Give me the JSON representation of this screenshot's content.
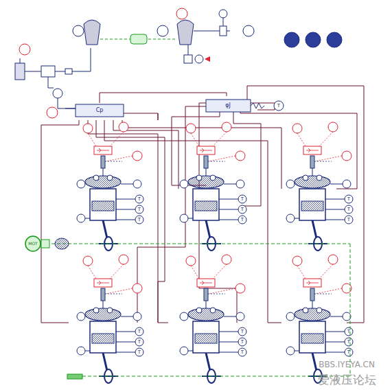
{
  "diagram": {
    "labels": [
      "Cp",
      "φJ",
      "T",
      "T",
      "T",
      "T",
      "T",
      "T",
      "T",
      "T",
      "T",
      "T",
      "T",
      "T",
      "T",
      "T",
      "T",
      "T",
      "T",
      "T",
      "T",
      "MOT",
      "BBS.IYEYA.CN",
      "爱液压论坛"
    ]
  }
}
